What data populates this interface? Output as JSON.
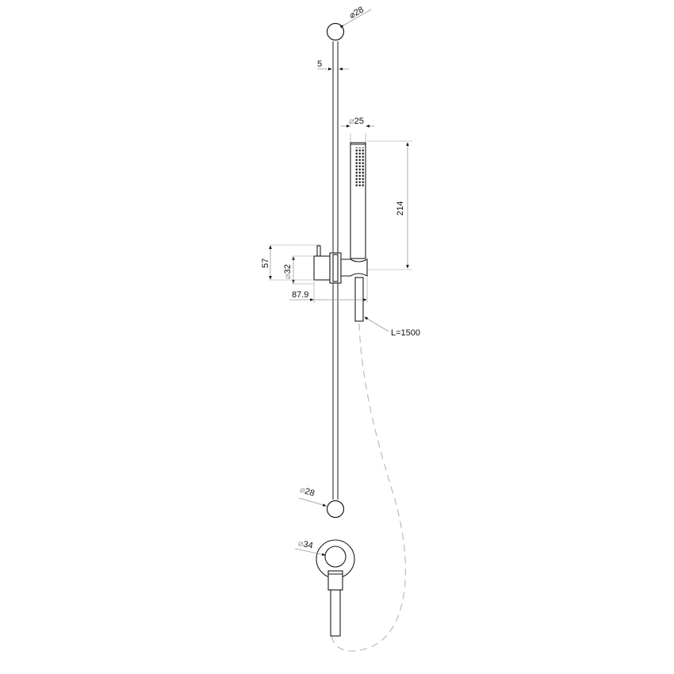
{
  "diagram": {
    "type": "technical-drawing",
    "subject": "shower slide rail with hand shower, holder, hose and wall outlet",
    "colors": {
      "line": "#1a1a1a",
      "dimension": "#999999",
      "hose": "#bbbbbb",
      "background": "#ffffff"
    }
  },
  "dimensions": {
    "top_knob_diameter": "28",
    "rail_width": "5",
    "handshower_diameter": "25",
    "handshower_length": "214",
    "holder_height": "57",
    "holder_knob_diameter": "32",
    "holder_projection": "87.9",
    "hose_length": "L=1500",
    "bottom_knob_diameter": "28",
    "wall_outlet_diameter": "34"
  },
  "symbols": {
    "diameter": "⌀"
  }
}
